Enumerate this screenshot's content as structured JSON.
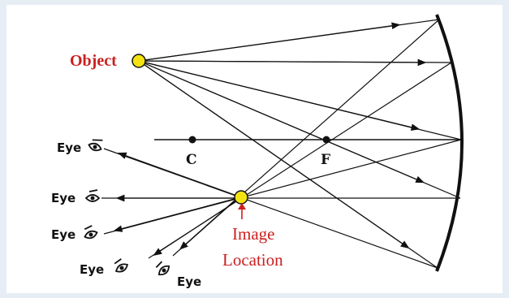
{
  "labels": {
    "object": "Object",
    "center": "C",
    "focal": "F",
    "image_line1": "Image",
    "image_line2": "Location",
    "eye": "Eye"
  },
  "eyes": [
    {
      "id": "eye-1",
      "label": "Eye"
    },
    {
      "id": "eye-2",
      "label": "Eye"
    },
    {
      "id": "eye-3",
      "label": "Eye"
    },
    {
      "id": "eye-4",
      "label": "Eye"
    },
    {
      "id": "eye-5",
      "label": "Eye"
    }
  ],
  "colors": {
    "label_red": "#cc1f1f",
    "point_fill": "#f4e313",
    "ink": "#111111",
    "background": "#e6edf4"
  }
}
